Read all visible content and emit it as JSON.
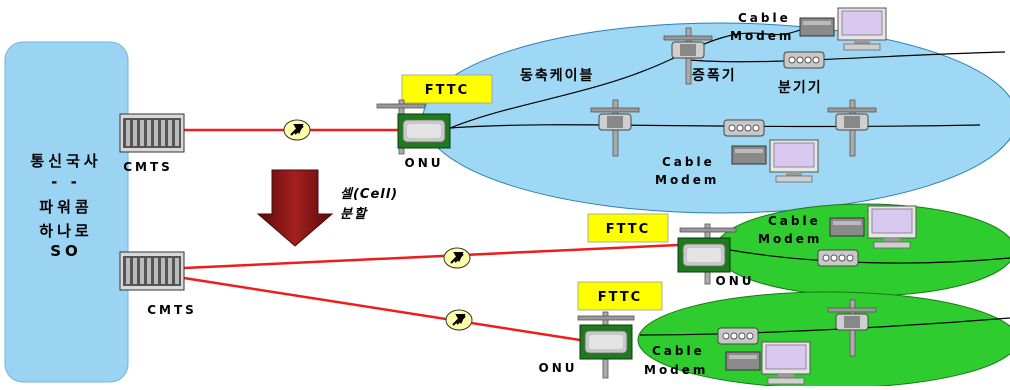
{
  "so": {
    "lines": [
      "통신국사",
      "- -",
      "파워콤",
      "하나로",
      "SO"
    ]
  },
  "labels": {
    "cmts": "CMTS",
    "onu": "ONU",
    "fttc": "FTTC",
    "coax": "동축케이블",
    "amplifier": "증폭기",
    "splitter": "분기기",
    "cable": "Cable",
    "modem": "Modem",
    "cell_split_1": "셀(Cell)",
    "cell_split_2": "분할"
  },
  "colors": {
    "so_box": "#9ad4f2",
    "blue_area": "#9fd8f4",
    "green_area": "#2fcc2f",
    "fiber": "#ee1c1c",
    "fttc_label": "#ffff00",
    "arrow": "#8b1515"
  }
}
